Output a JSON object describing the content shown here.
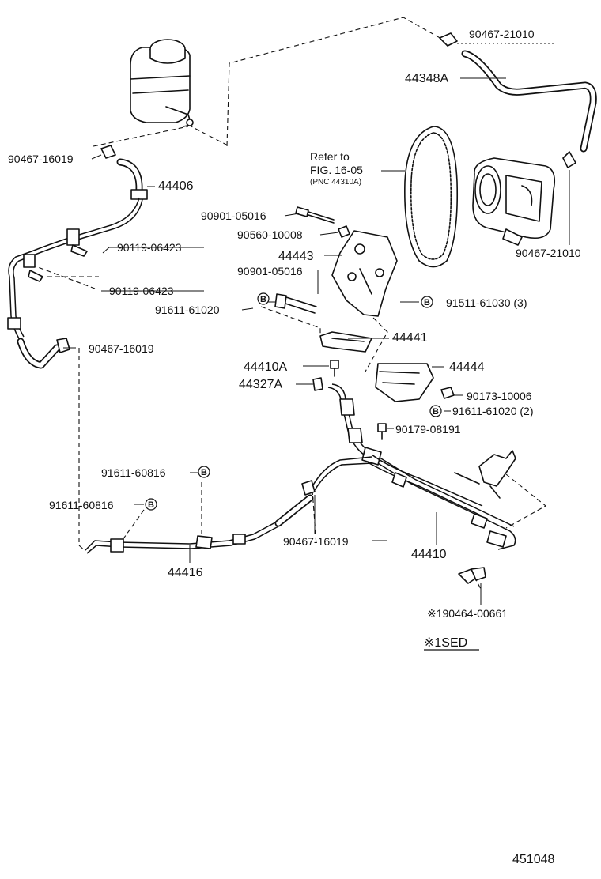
{
  "diagram": {
    "code": "451048",
    "note": {
      "refer_line1": "Refer to",
      "refer_line2": "FIG. 16-05",
      "refer_line3": "(PNC 44310A)"
    },
    "legend": "※1SED",
    "circled_letter": "B",
    "labels": {
      "p90467_21010_top": "90467-21010",
      "p44348A": "44348A",
      "p90467_16019_a": "90467-16019",
      "p44406": "44406",
      "p90901_05016_a": "90901-05016",
      "p90560_10008": "90560-10008",
      "p90119_06423_a": "90119-06423",
      "p44443": "44443",
      "p90901_05016_b": "90901-05016",
      "p90119_06423_b": "90119-06423",
      "p91611_61020_a": "91611-61020",
      "p91511_61030": "91511-61030 (3)",
      "p90467_21010_right": "90467-21010",
      "p44441": "44441",
      "p90467_16019_b": "90467-16019",
      "p44410A": "44410A",
      "p44444": "44444",
      "p44327A": "44327A",
      "p90173_10006": "90173-10006",
      "p91611_61020_b": "91611-61020 (2)",
      "p90179_08191": "90179-08191",
      "p91611_60816_a": "91611-60816",
      "p91611_60816_b": "91611-60816",
      "p90467_16019_c": "90467-16019",
      "p44410": "44410",
      "p44416": "44416",
      "p90464_00661": "※190464-00661"
    }
  }
}
